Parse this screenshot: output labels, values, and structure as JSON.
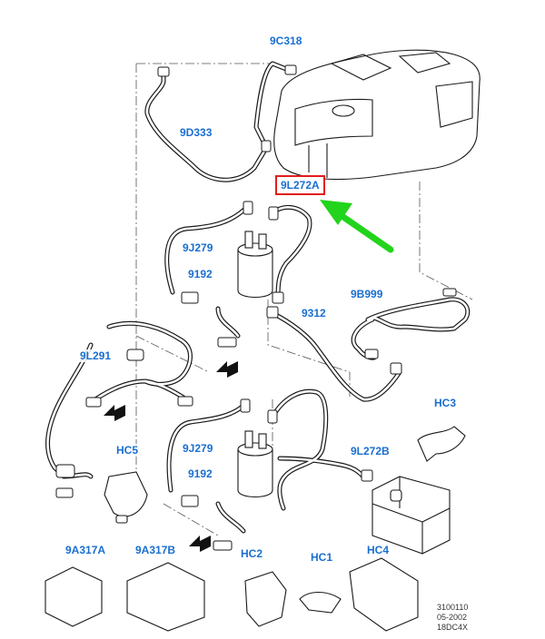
{
  "labels": {
    "9C318": "9C318",
    "9D333": "9D333",
    "9L272A": "9L272A",
    "9J279_top": "9J279",
    "9192_top": "9192",
    "9B999": "9B999",
    "9312": "9312",
    "9L291": "9L291",
    "HC3": "HC3",
    "HC5": "HC5",
    "9J279_bottom": "9J279",
    "9192_bottom": "9192",
    "9L272B": "9L272B",
    "9A317A": "9A317A",
    "9A317B": "9A317B",
    "HC2": "HC2",
    "HC1": "HC1",
    "HC4": "HC4"
  },
  "reference": {
    "line1": "3100110",
    "line2": "05-2002",
    "line3": "18DC4X"
  },
  "colors": {
    "label": "#1a6fd0",
    "highlight_box": "#e21c1c",
    "arrow": "#22d41c",
    "line": "#1a1a1a"
  }
}
